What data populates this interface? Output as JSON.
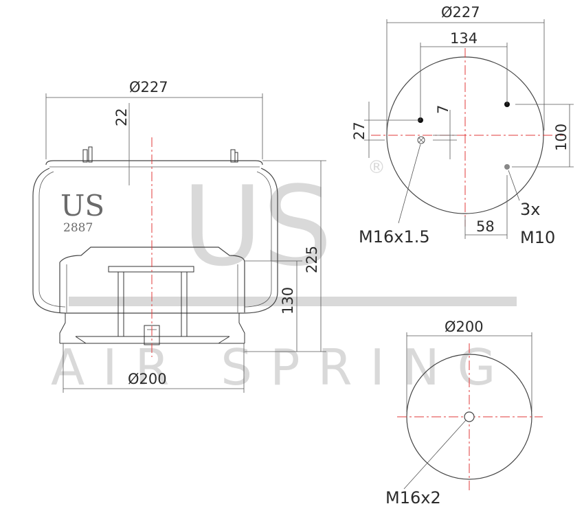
{
  "watermark": {
    "brand": "US",
    "registered": "®",
    "tagline": "AIR SPRING"
  },
  "part": {
    "brand_mark": "US",
    "number": "2887"
  },
  "side_view": {
    "top_diameter": "Ø227",
    "bottom_diameter": "Ø200",
    "stud_height": "22",
    "overall_height": "225",
    "piston_height": "130"
  },
  "top_view": {
    "diameter": "Ø227",
    "stud_spacing": "134",
    "vertical_spacing": "100",
    "offset_27": "27",
    "offset_7": "7",
    "offset_58": "58",
    "thread_main": "M16x1.5",
    "thread_count": "3x",
    "thread_small": "M10"
  },
  "bottom_view": {
    "diameter": "Ø200",
    "thread": "M16x2"
  }
}
